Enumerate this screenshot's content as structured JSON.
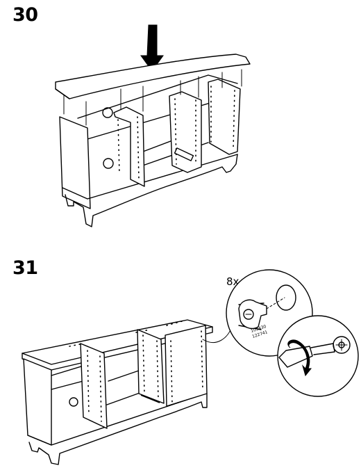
{
  "steps": [
    {
      "number": "30"
    },
    {
      "number": "31"
    }
  ],
  "detail": {
    "quantity": "8x",
    "part_codes": [
      "103430",
      "122741"
    ]
  }
}
